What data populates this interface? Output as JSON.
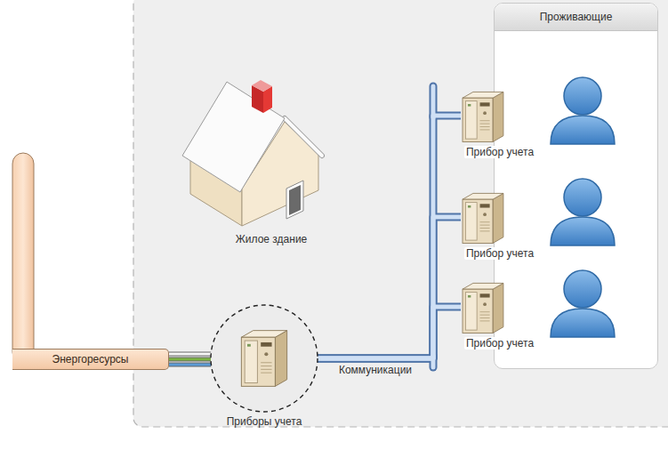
{
  "diagram": {
    "nodes": [
      {
        "text": [
          "Энергоресурсы"
        ]
      },
      {
        "text": [
          "Приборы учета"
        ]
      },
      {
        "text": [
          "Проживающие"
        ]
      },
      {
        "text": [
          "Прибор учета"
        ]
      },
      {
        "text": [
          "Прибор учета"
        ]
      },
      {
        "text": [
          "Прибор учета"
        ]
      }
    ],
    "edges": [
      {
        "from": 0,
        "to": 1,
        "arrow": "none"
      },
      {
        "from": 1,
        "to": 3,
        "label": "Коммуникации",
        "arrow": "none"
      },
      {
        "from": 1,
        "to": 4,
        "arrow": "none"
      },
      {
        "from": 1,
        "to": 5,
        "arrow": "none"
      }
    ],
    "labels": [
      "Жилое здание"
    ]
  }
}
